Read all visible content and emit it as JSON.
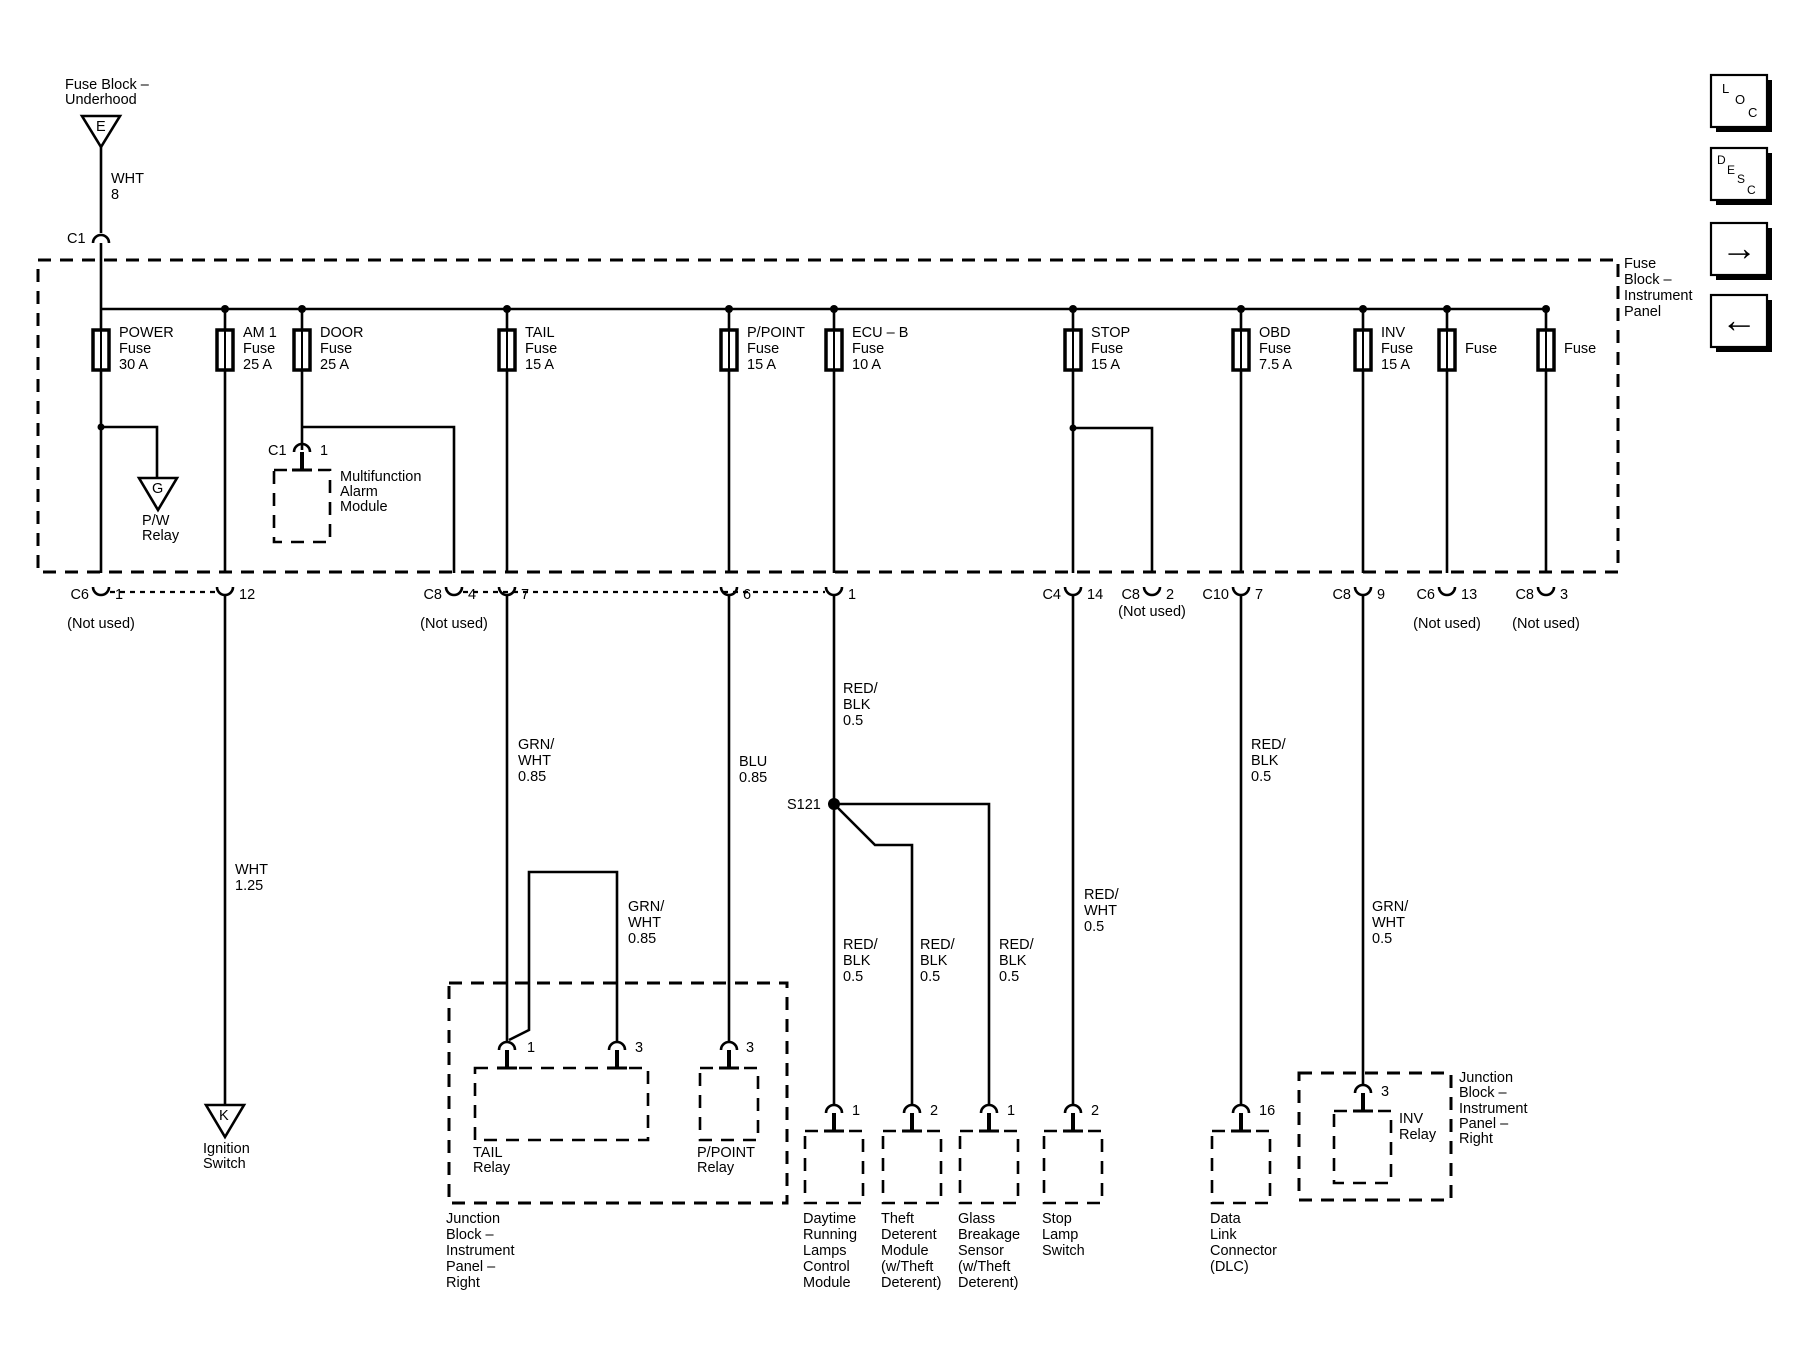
{
  "source": {
    "label": [
      "Fuse Block –",
      "Underhood"
    ],
    "connector": "E"
  },
  "feed_wire": {
    "color": "WHT",
    "size": "8",
    "connector": "C1"
  },
  "fuse_block_label": [
    "Fuse",
    "Block –",
    "Instrument",
    "Panel"
  ],
  "fuses": [
    {
      "id": "power",
      "lines": [
        "POWER",
        "Fuse",
        "30 A"
      ]
    },
    {
      "id": "am1",
      "lines": [
        "AM 1",
        "Fuse",
        "25 A"
      ]
    },
    {
      "id": "door",
      "lines": [
        "DOOR",
        "Fuse",
        "25 A"
      ]
    },
    {
      "id": "tail",
      "lines": [
        "TAIL",
        "Fuse",
        "15 A"
      ]
    },
    {
      "id": "ppoint",
      "lines": [
        "P/POINT",
        "Fuse",
        "15 A"
      ]
    },
    {
      "id": "ecub",
      "lines": [
        "ECU – B",
        "Fuse",
        "10 A"
      ]
    },
    {
      "id": "stop",
      "lines": [
        "STOP",
        "Fuse",
        "15 A"
      ]
    },
    {
      "id": "obd",
      "lines": [
        "OBD",
        "Fuse",
        "7.5 A"
      ]
    },
    {
      "id": "inv",
      "lines": [
        "INV",
        "Fuse",
        "15 A"
      ]
    },
    {
      "id": "spare1",
      "lines": [
        "Fuse"
      ]
    },
    {
      "id": "spare2",
      "lines": [
        "Fuse"
      ]
    }
  ],
  "pw_relay": {
    "connector": "G",
    "label": [
      "P/W",
      "Relay"
    ]
  },
  "alarm_module": {
    "connector": "C1",
    "pin": "1",
    "label": [
      "Multifunction",
      "Alarm",
      "Module"
    ]
  },
  "bottom_connectors": [
    {
      "id": "c6-1",
      "conn": "C6",
      "pin": "1",
      "note": "(Not used)"
    },
    {
      "id": "am1-12",
      "conn": "",
      "pin": "12",
      "note": ""
    },
    {
      "id": "c8-4",
      "conn": "C8",
      "pin": "4",
      "note": "(Not used)"
    },
    {
      "id": "tail-7",
      "conn": "",
      "pin": "7",
      "note": ""
    },
    {
      "id": "ppoint-6",
      "conn": "",
      "pin": "6",
      "note": ""
    },
    {
      "id": "ecub-1",
      "conn": "",
      "pin": "1",
      "note": ""
    },
    {
      "id": "c4-14",
      "conn": "C4",
      "pin": "14",
      "note": ""
    },
    {
      "id": "c8-2",
      "conn": "C8",
      "pin": "2",
      "note": "(Not used)"
    },
    {
      "id": "c10-7",
      "conn": "C10",
      "pin": "7",
      "note": ""
    },
    {
      "id": "c8-9",
      "conn": "C8",
      "pin": "9",
      "note": ""
    },
    {
      "id": "c6-13",
      "conn": "C6",
      "pin": "13",
      "note": "(Not used)"
    },
    {
      "id": "c8-3",
      "conn": "C8",
      "pin": "3",
      "note": "(Not used)"
    }
  ],
  "wires": {
    "am1": [
      "WHT",
      "1.25"
    ],
    "tail": [
      "GRN/",
      "WHT",
      "0.85"
    ],
    "tail_loop": [
      "GRN/",
      "WHT",
      "0.85"
    ],
    "ppoint": [
      "BLU",
      "0.85"
    ],
    "ecub": [
      "RED/",
      "BLK",
      "0.5"
    ],
    "drl": [
      "RED/",
      "BLK",
      "0.5"
    ],
    "theft": [
      "RED/",
      "BLK",
      "0.5"
    ],
    "glass": [
      "RED/",
      "BLK",
      "0.5"
    ],
    "stop": [
      "RED/",
      "WHT",
      "0.5"
    ],
    "obd": [
      "RED/",
      "BLK",
      "0.5"
    ],
    "inv": [
      "GRN/",
      "WHT",
      "0.5"
    ]
  },
  "splice": "S121",
  "ignition": {
    "connector": "K",
    "label": [
      "Ignition",
      "Switch"
    ]
  },
  "junction_block_left": {
    "label": [
      "Junction",
      "Block –",
      "Instrument",
      "Panel –",
      "Right"
    ]
  },
  "tail_relay": {
    "pins": [
      "1",
      "3"
    ],
    "label": [
      "TAIL",
      "Relay"
    ]
  },
  "ppoint_relay": {
    "pin": "3",
    "label": [
      "P/POINT",
      "Relay"
    ]
  },
  "loads": [
    {
      "id": "drl",
      "pin": "1",
      "label": [
        "Daytime",
        "Running",
        "Lamps",
        "Control",
        "Module"
      ]
    },
    {
      "id": "theft",
      "pin": "2",
      "label": [
        "Theft",
        "Deterent",
        "Module",
        "(w/Theft",
        "Deterent)"
      ]
    },
    {
      "id": "glass",
      "pin": "1",
      "label": [
        "Glass",
        "Breakage",
        "Sensor",
        "(w/Theft",
        "Deterent)"
      ]
    },
    {
      "id": "stop",
      "pin": "2",
      "label": [
        "Stop",
        "Lamp",
        "Switch"
      ]
    },
    {
      "id": "dlc",
      "pin": "16",
      "label": [
        "Data",
        "Link",
        "Connector",
        "(DLC)"
      ]
    }
  ],
  "junction_block_right": {
    "label": [
      "Junction",
      "Block –",
      "Instrument",
      "Panel –",
      "Right"
    ]
  },
  "inv_relay": {
    "pin": "3",
    "label": [
      "INV",
      "Relay"
    ]
  },
  "nav": {
    "loc": [
      "L",
      "O",
      "C"
    ],
    "desc": [
      "D",
      "E",
      "S",
      "C"
    ],
    "next": "→",
    "prev": "←"
  }
}
